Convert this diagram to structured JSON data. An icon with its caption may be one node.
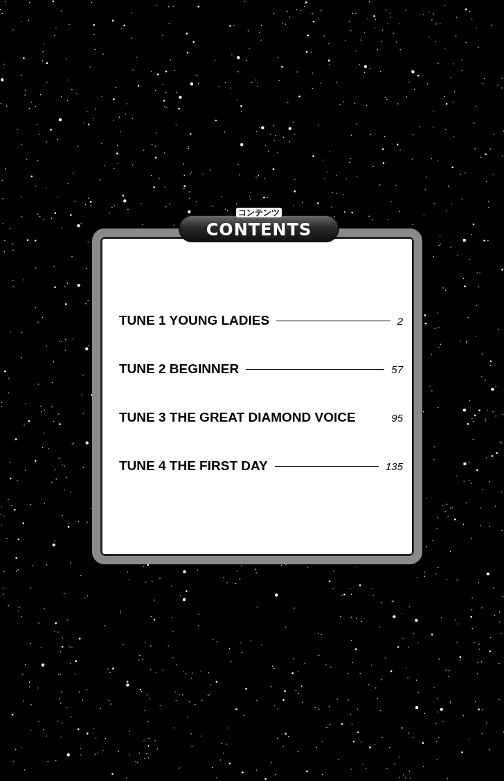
{
  "diagram": {
    "nodes": [
      {
        "text": [
          "コンテンツ",
          "CONTENTS"
        ]
      }
    ],
    "labels": [
      "TUNE 1 YOUNG LADIES",
      "2",
      "TUNE 2 BEGINNER",
      "57",
      "TUNE 3 THE GREAT DIAMOND VOICE",
      "95",
      "TUNE 4 THE FIRST DAY",
      "135"
    ]
  }
}
